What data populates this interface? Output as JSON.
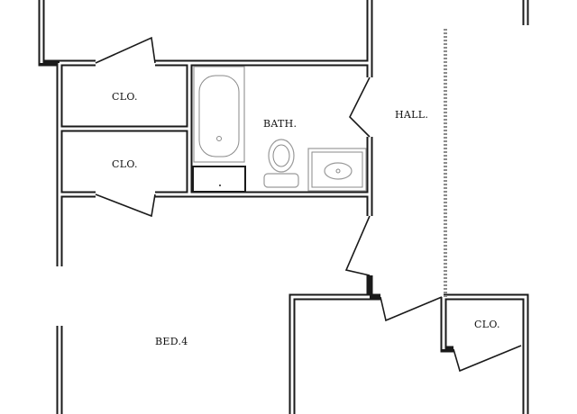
{
  "rooms": {
    "closet_upper": "CLO.",
    "closet_lower": "CLO.",
    "bath": "BATH.",
    "hall": "HALL.",
    "bedroom": "BED.4",
    "closet_right": "CLO."
  }
}
